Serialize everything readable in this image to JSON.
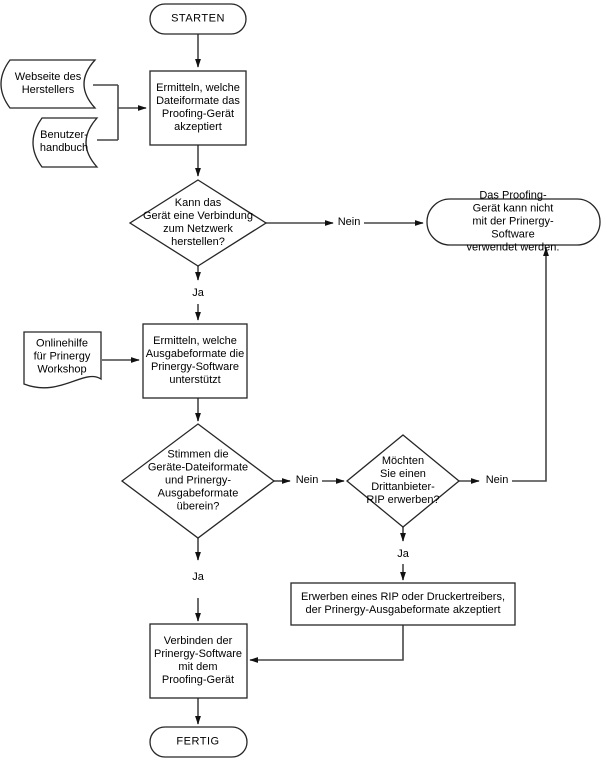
{
  "diagram": {
    "language": "de",
    "nodes": {
      "start": {
        "type": "terminator",
        "label": "STARTEN"
      },
      "source_website": {
        "type": "stored-data",
        "label": "Webseite des\nHerstellers"
      },
      "source_manual": {
        "type": "stored-data",
        "label": "Benutzer-\nhandbuch"
      },
      "determine_device_formats": {
        "type": "process",
        "label": "Ermitteln, welche\nDateiformate das\nProofing-Gerät\nakzeptiert"
      },
      "network_decision": {
        "type": "decision",
        "label": "Kann das\nGerät eine Verbindung\nzum Netzwerk\nherstellen?"
      },
      "cannot_use": {
        "type": "terminator",
        "label": "Das Proofing-Gerät kann nicht\nmit der Prinergy-Software\nverwendet werden."
      },
      "source_online_help": {
        "type": "document",
        "label": "Onlinehilfe\nfür Prinergy\nWorkshop"
      },
      "determine_output_formats": {
        "type": "process",
        "label": "Ermitteln, welche\nAusgabeformate die\nPrinergy-Software\nunterstützt"
      },
      "formats_match_decision": {
        "type": "decision",
        "label": "Stimmen die\nGeräte-Dateiformate\nund Prinergy-\nAusgabeformate\nüberein?"
      },
      "third_party_rip_decision": {
        "type": "decision",
        "label": "Möchten\nSie einen\nDrittanbieter-\nRIP erwerben?"
      },
      "acquire_rip": {
        "type": "process",
        "label": "Erwerben eines RIP oder Druckertreibers,\nder Prinergy-Ausgabeformate akzeptiert"
      },
      "connect_software": {
        "type": "process",
        "label": "Verbinden der\nPrinergy-Software\nmit dem\nProofing-Gerät"
      },
      "finish": {
        "type": "terminator",
        "label": "FERTIG"
      }
    },
    "edge_labels": {
      "network_no": "Nein",
      "network_yes": "Ja",
      "match_no": "Nein",
      "match_yes": "Ja",
      "rip_no": "Nein",
      "rip_yes": "Ja"
    },
    "colors": {
      "background": "#ffffff",
      "shape_border": "#262626",
      "connector": "#474747",
      "arrowhead": "#111111",
      "text": "#000000"
    }
  }
}
